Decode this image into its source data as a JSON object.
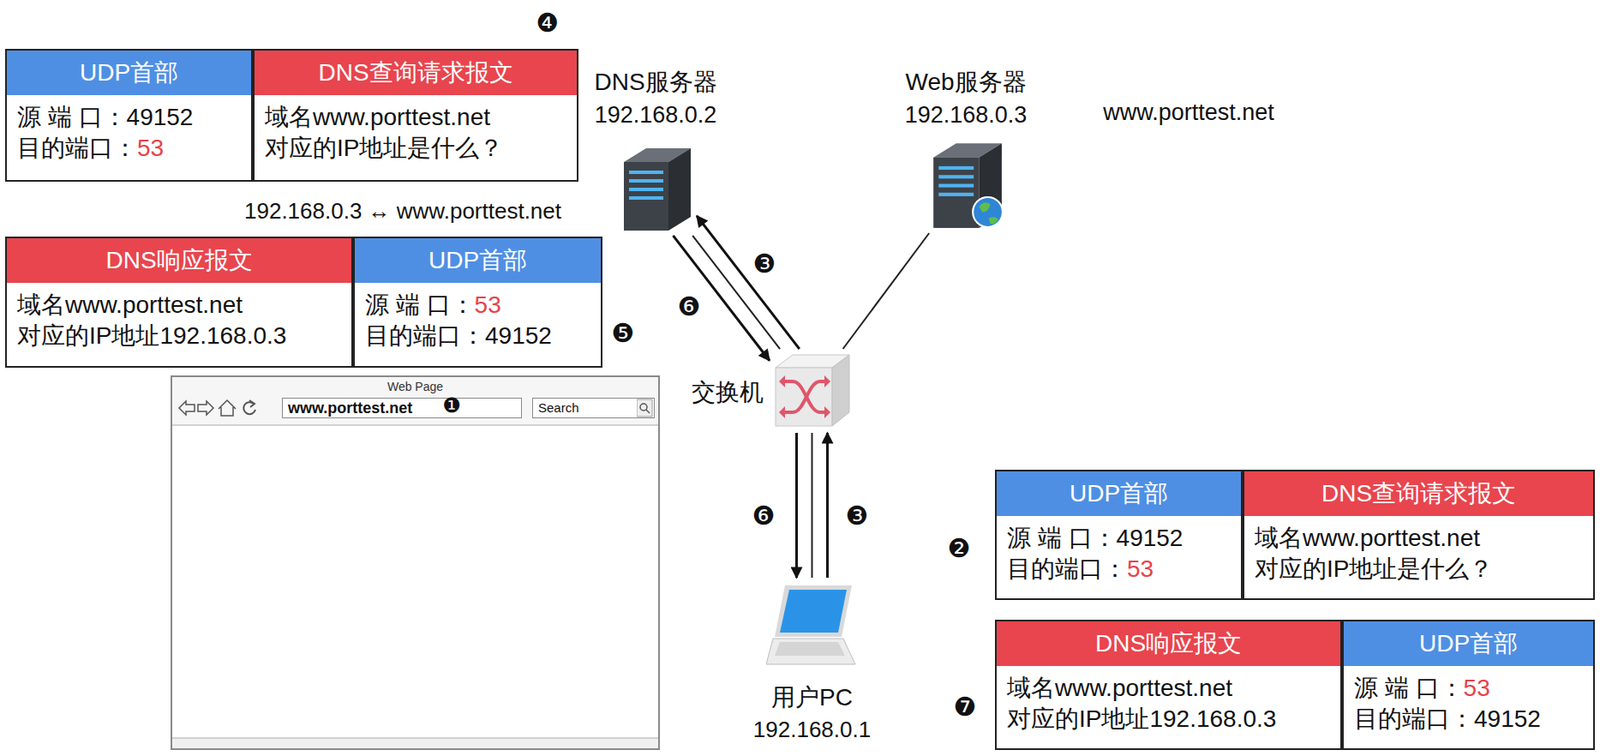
{
  "diagram": {
    "nodes": [
      {
        "text": [
          "UDP首部",
          "源 端 口：49152",
          "目的端口：",
          "53"
        ]
      },
      {
        "text": [
          "DNS查询请求报文",
          "域名www.porttest.net 对应的IP地址是什么？"
        ]
      },
      {
        "text": [
          "DNS服务器",
          "192.168.0.2"
        ]
      },
      {
        "text": [
          "Web服务器",
          "192.168.0.3"
        ]
      },
      {
        "text": [
          "DNS响应报文",
          "域名www.porttest.net 对应的IP地址192.168.0.3"
        ]
      },
      {
        "text": [
          "UDP首部",
          "源 端 口：",
          "53",
          "目的端口：49152"
        ]
      },
      {
        "text": [
          "交换机"
        ]
      },
      {
        "text": [
          "Web Page"
        ]
      },
      {
        "text": [
          "www.porttest.net"
        ],
        "in": 7
      },
      {
        "text": [
          "Search"
        ],
        "in": 7
      },
      {
        "text": [
          "UDP首部",
          "源 端 口：49152",
          "目的端口：",
          "53"
        ]
      },
      {
        "text": [
          "DNS查询请求报文",
          "域名www.porttest.net 对应的IP地址是什么？"
        ]
      },
      {
        "text": [
          "用户PC",
          "192.168.0.1"
        ]
      },
      {
        "text": [
          "DNS响应报文",
          "域名www.porttest.net 对应的IP地址192.168.0.3"
        ]
      },
      {
        "text": [
          "UDP首部",
          "源 端 口：",
          "53",
          "目的端口：49152"
        ]
      }
    ],
    "edges": [
      {
        "from": 2,
        "to": 6,
        "arrow": "none"
      },
      {
        "from": 6,
        "to": 2,
        "arrow": "to"
      },
      {
        "from": 2,
        "to": 6,
        "arrow": "to"
      },
      {
        "from": 6,
        "to": 3,
        "arrow": "none"
      },
      {
        "from": 6,
        "to": 12,
        "arrow": "none"
      },
      {
        "from": 12,
        "to": 6,
        "arrow": "to"
      },
      {
        "from": 6,
        "to": 12,
        "arrow": "to"
      }
    ],
    "labels": [
      "❹",
      "192.168.0.3 ↔ www.porttest.net",
      "www.porttest.net",
      "❸",
      "❻",
      "❺",
      "❶",
      "❷",
      "❻",
      "❸",
      "❼"
    ]
  }
}
